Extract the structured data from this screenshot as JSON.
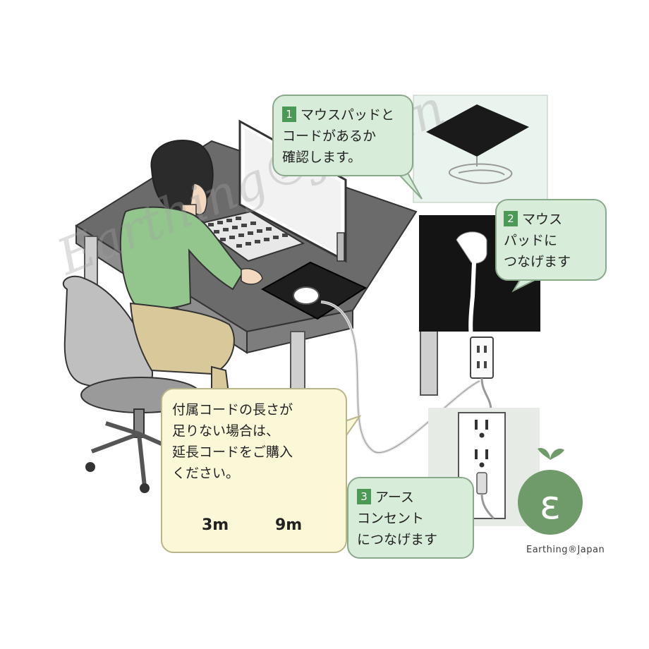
{
  "steps": [
    {
      "number": "1",
      "text": "マウスパッドと\nコードがあるか\n確認します。"
    },
    {
      "number": "2",
      "text": "マウス\nパッドに\nつなげます"
    },
    {
      "number": "3",
      "text": "アース\nコンセント\nにつなげます"
    }
  ],
  "note": {
    "text": "付属コードの長さが\n足りない場合は、\n延長コードをご購入\nください。",
    "cord_short": "3m",
    "cord_long": "9m"
  },
  "logo": {
    "text": "Earthing®Japan",
    "color": "#6f9a6a"
  },
  "watermark": "Earthing®Japan",
  "colors": {
    "step_green": "#4a9a56",
    "bubble_green": "#d7ecd9",
    "note_yellow": "#fbf8d8"
  }
}
